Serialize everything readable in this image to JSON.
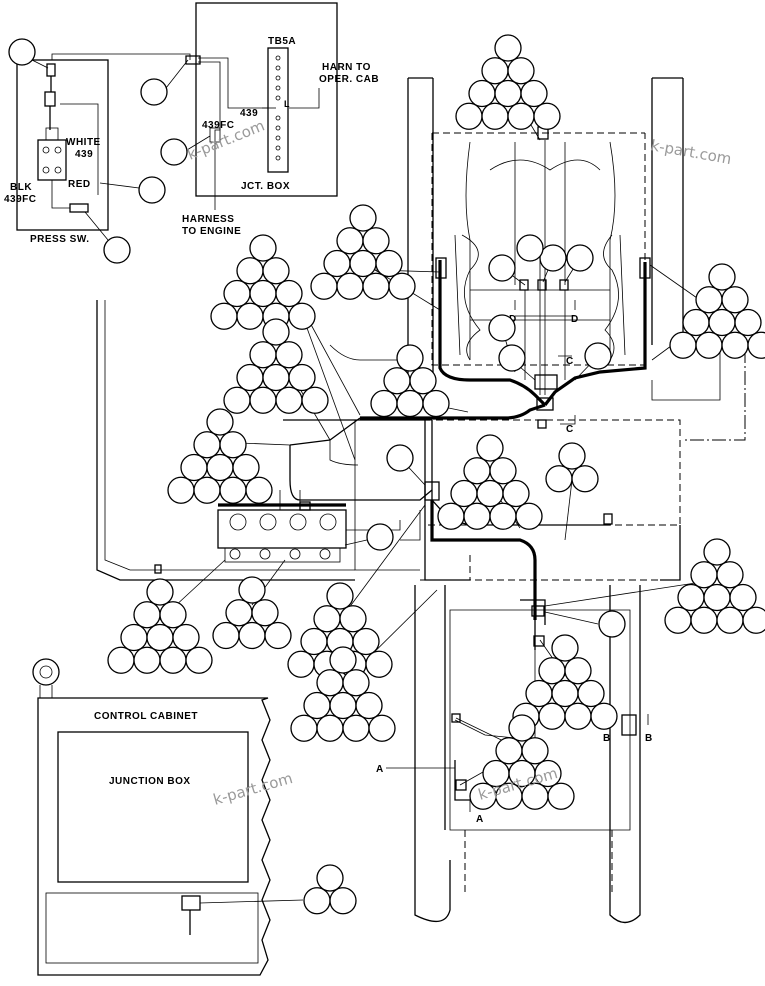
{
  "diagram": {
    "watermark": "k-part.com",
    "inset": {
      "terminal_block": "TB5A",
      "harn_to_oper_cab": [
        "HARN TO",
        "OPER. CAB"
      ],
      "wire_439": "439",
      "wire_439fc": "439FC",
      "jct_box": "JCT. BOX",
      "harness_to_engine": [
        "HARNESS",
        "TO ENGINE"
      ],
      "white": "WHITE",
      "white_439": "439",
      "blk": "BLK",
      "blk_439fc": "439FC",
      "red": "RED",
      "press_sw": "PRESS SW.",
      "terminal_l": "L"
    },
    "control_cabinet": "CONTROL CABINET",
    "junction_box": "JUNCTION BOX",
    "section_labels": {
      "a_left": "A",
      "a_bottom": "A",
      "b_left": "B",
      "b_right": "B",
      "c_upper": "C",
      "c_lower": "C",
      "d_left": "D",
      "d_right": "D"
    }
  }
}
